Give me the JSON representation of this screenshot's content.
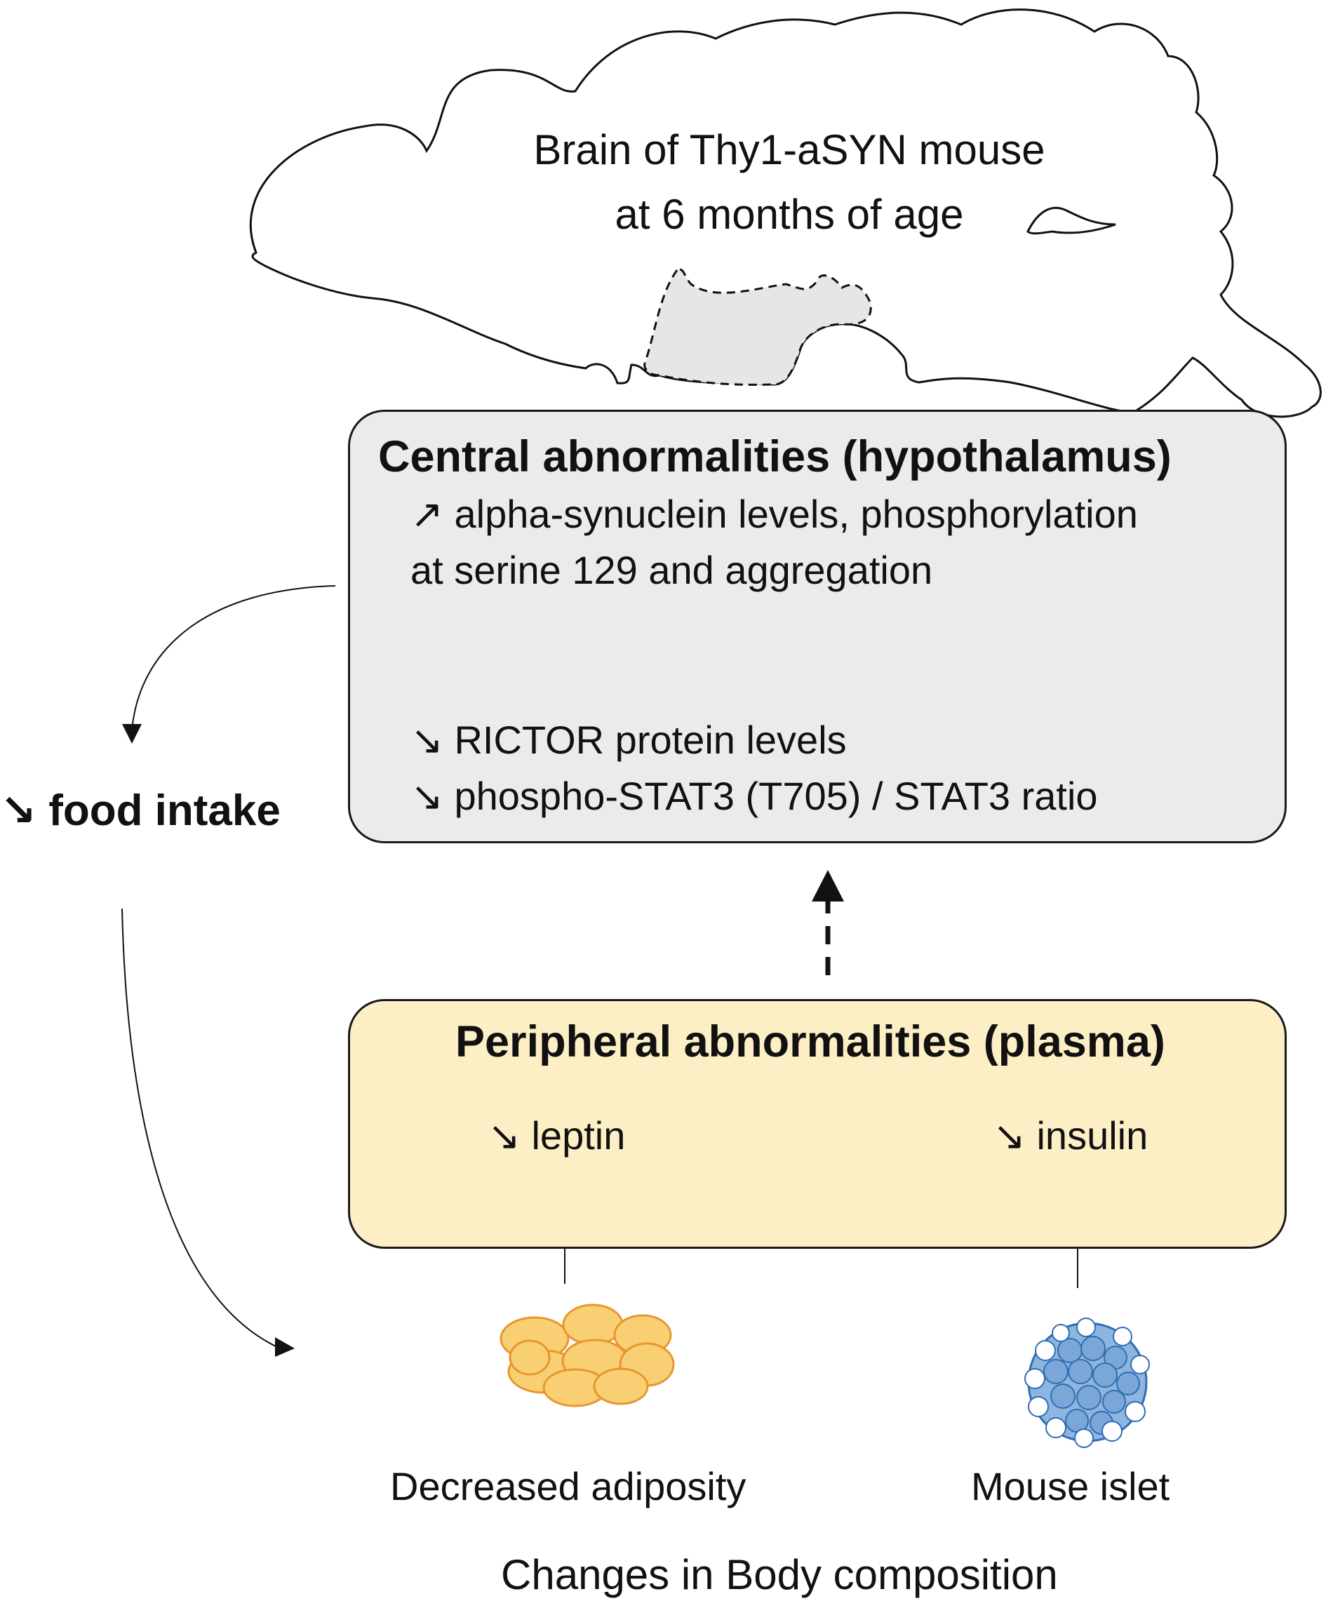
{
  "brain": {
    "title_line1": "Brain of Thy1-aSYN mouse",
    "title_line2": "at 6 months of age"
  },
  "central": {
    "title": "Central abnormalities (hypothalamus)",
    "line1_arrow": "↗",
    "line1": "alpha-synuclein levels, phosphorylation",
    "line2": "at serine 129 and aggregation",
    "line3_arrow": "↘",
    "line3": "RICTOR protein levels",
    "line4_arrow": "↘",
    "line4": "phospho-STAT3 (T705) / STAT3 ratio"
  },
  "food_intake": {
    "arrow": "↘",
    "label": "food intake"
  },
  "peripheral": {
    "title": "Peripheral abnormalities (plasma)",
    "leptin_arrow": "↘",
    "leptin": "leptin",
    "insulin_arrow": "↘",
    "insulin": "insulin"
  },
  "bottom": {
    "adiposity_label": "Decreased adiposity",
    "islet_label": "Mouse islet",
    "caption": "Changes in Body composition"
  },
  "colors": {
    "central_fill": "#ebebeb",
    "peripheral_fill": "#fdefc5",
    "adipocyte_fill": "#f9cf73",
    "adipocyte_stroke": "#e8962e",
    "islet_fill": "#8db5e0",
    "islet_stroke": "#2f6db3"
  }
}
